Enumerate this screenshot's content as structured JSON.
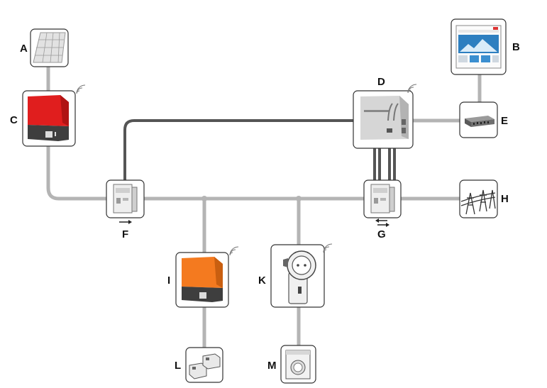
{
  "labels": {
    "a": "A",
    "b": "B",
    "c": "C",
    "d": "D",
    "e": "E",
    "f": "F",
    "g": "G",
    "h": "H",
    "i": "I",
    "k": "K",
    "l": "L",
    "m": "M"
  },
  "colors": {
    "power_line": "#b4b4b4",
    "data_line": "#555555",
    "box_border": "#333333",
    "inverter_red": "#e01e1e",
    "inverter_orange": "#f47a1f",
    "device_dark": "#3e3e3e"
  },
  "icons": {
    "a": "solar-panel-icon",
    "b": "web-portal-screen-icon",
    "c": "pv-inverter-icon",
    "d": "home-manager-icon",
    "e": "network-router-icon",
    "f": "energy-meter-icon",
    "g": "bidirectional-meter-icon",
    "h": "utility-grid-pylon-icon",
    "i": "battery-inverter-icon",
    "k": "radio-controlled-socket-icon",
    "l": "battery-icon",
    "m": "washing-machine-icon"
  }
}
